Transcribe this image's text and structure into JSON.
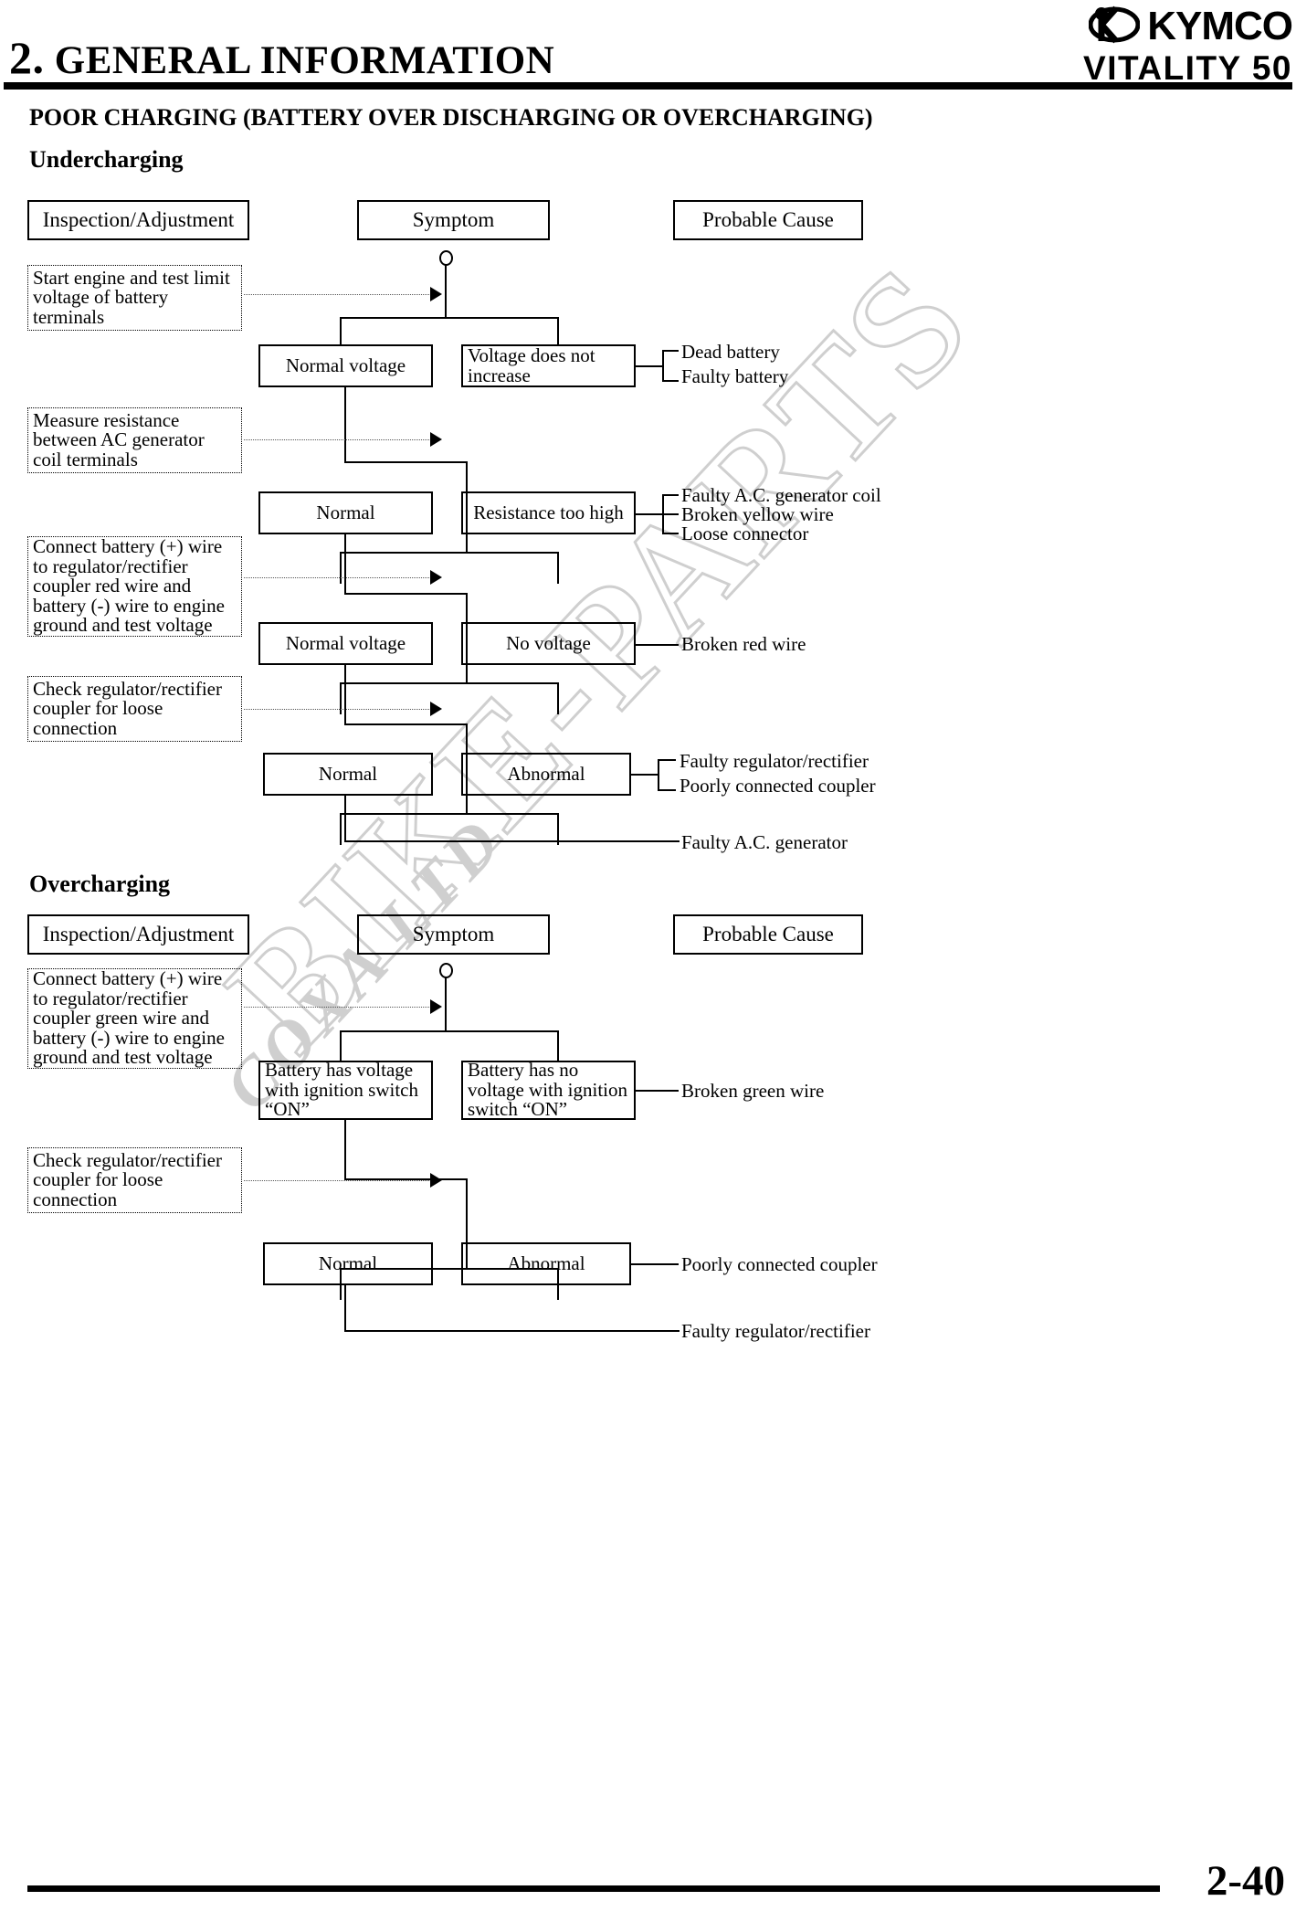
{
  "header": {
    "chapter_number": "2.",
    "chapter_title": "GENERAL INFORMATION",
    "brand": "KYMCO",
    "model": "VITALITY 50"
  },
  "watermark": {
    "line1": "BIKE-PARTS",
    "line2": "COXA LTD"
  },
  "section": {
    "title": "POOR CHARGING (BATTERY OVER DISCHARGING OR OVERCHARGING)",
    "undercharging_heading": "Undercharging",
    "overcharging_heading": "Overcharging"
  },
  "column_headers": {
    "inspection": "Inspection/Adjustment",
    "symptom": "Symptom",
    "cause": "Probable Cause"
  },
  "undercharging": {
    "inspections": [
      "Start engine and test limit voltage of battery terminals",
      "Measure resistance between AC generator coil terminals",
      "Connect battery (+) wire to regulator/rectifier coupler red wire and battery (-) wire to engine ground and test voltage",
      "Check regulator/rectifier coupler for loose connection"
    ],
    "symptoms": [
      {
        "pass": "Normal voltage",
        "fail": "Voltage does not increase"
      },
      {
        "pass": "Normal",
        "fail": "Resistance too high"
      },
      {
        "pass": "Normal voltage",
        "fail": "No voltage"
      },
      {
        "pass": "Normal",
        "fail": "Abnormal"
      }
    ],
    "causes": [
      [
        "Dead battery",
        "Faulty battery"
      ],
      [
        "Faulty A.C. generator coil",
        "Broken yellow wire",
        "Loose connector"
      ],
      [
        "Broken red wire"
      ],
      [
        "Faulty regulator/rectifier",
        "Poorly connected coupler"
      ]
    ],
    "final_cause": "Faulty A.C. generator"
  },
  "overcharging": {
    "inspections": [
      "Connect battery (+) wire to regulator/rectifier coupler green wire and battery (-) wire to engine ground and test voltage",
      "Check regulator/rectifier coupler for loose connection"
    ],
    "symptoms": [
      {
        "pass": "Battery has voltage with ignition switch “ON”",
        "fail": "Battery has no voltage with ignition switch “ON”"
      },
      {
        "pass": "Normal",
        "fail": "Abnormal"
      }
    ],
    "causes": [
      [
        "Broken green wire"
      ],
      [
        "Poorly connected coupler"
      ]
    ],
    "final_cause": "Faulty regulator/rectifier"
  },
  "footer": {
    "page_number": "2-40"
  }
}
